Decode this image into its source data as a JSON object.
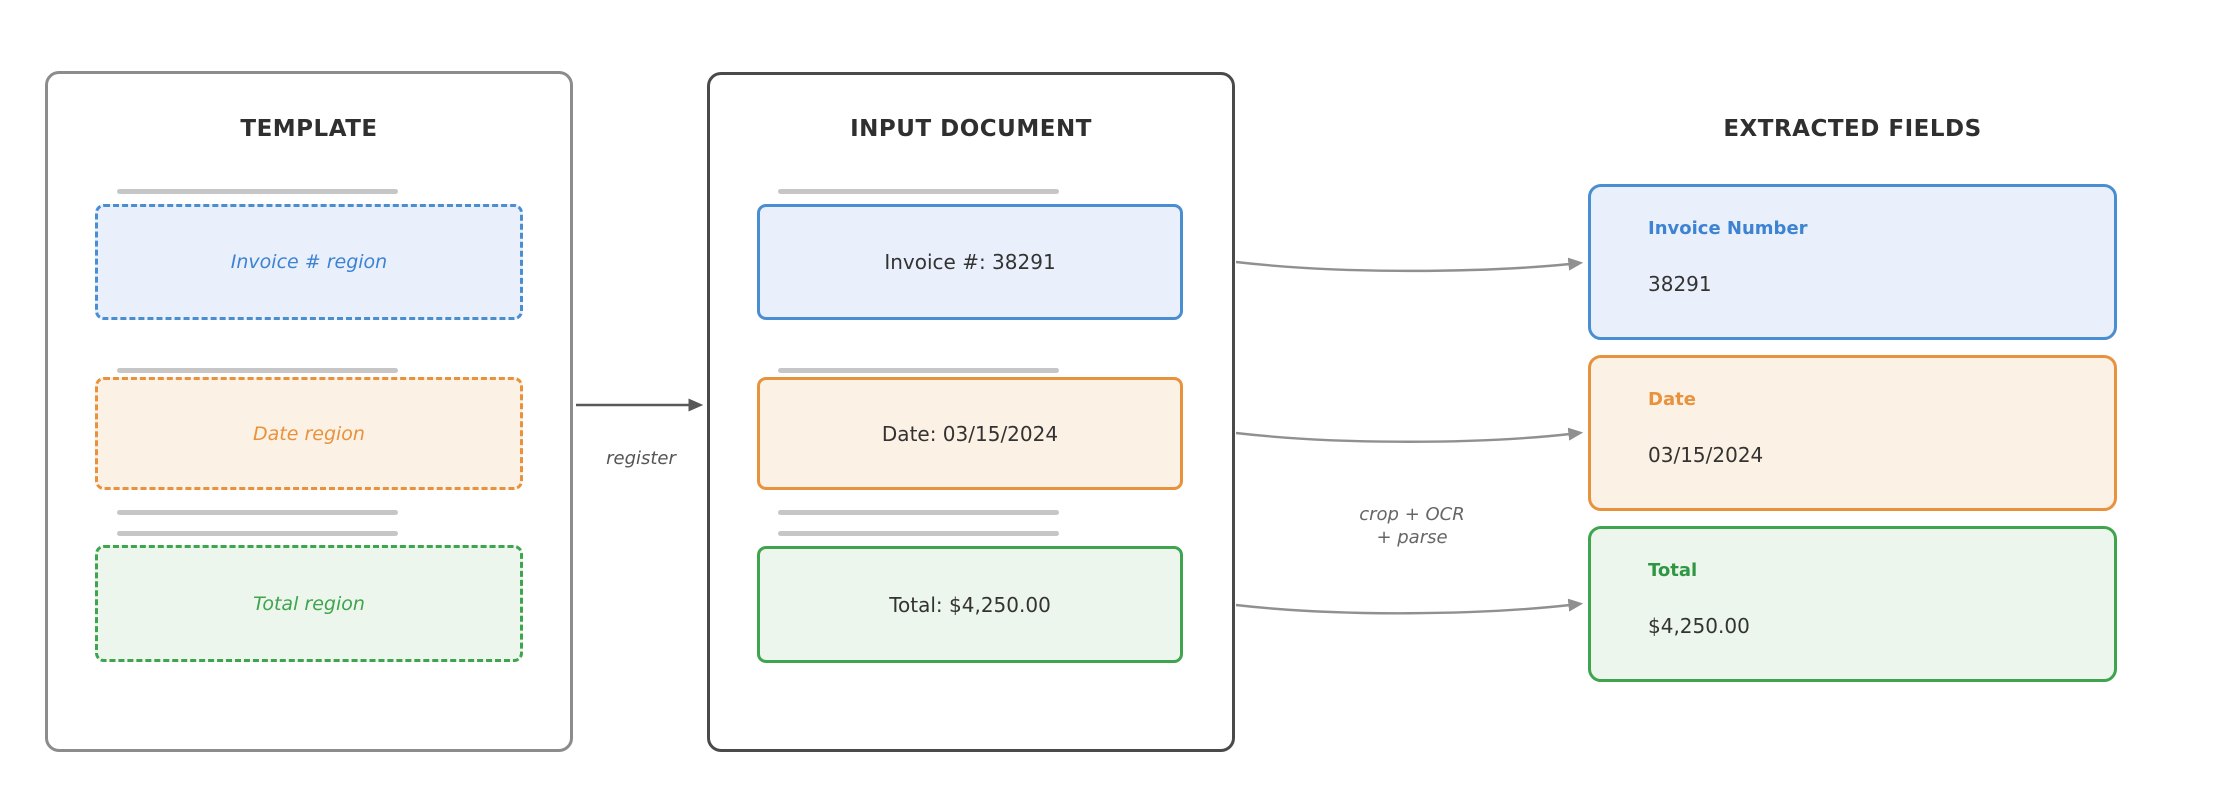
{
  "colors": {
    "blue": "#4a8ed2",
    "blue_fill": "#eaf0fb",
    "blue_text": "#3d83d2",
    "orange": "#e8923e",
    "orange_fill": "#fbf1e4",
    "green": "#3fa44e",
    "green_fill": "#ecf6ec",
    "template_panel_border": "#8c8c8c",
    "input_panel_border": "#4a4a4a",
    "placeholder_line": "#c6c6c6",
    "arrow": "#909090",
    "register_arrow": "#585858",
    "text": "#333333"
  },
  "template_panel": {
    "title": "TEMPLATE",
    "regions": [
      {
        "label": "Invoice # region",
        "color": "blue"
      },
      {
        "label": "Date region",
        "color": "orange"
      },
      {
        "label": "Total region",
        "color": "green"
      }
    ]
  },
  "input_panel": {
    "title": "INPUT DOCUMENT",
    "fields": [
      {
        "text": "Invoice #: 38291",
        "color": "blue"
      },
      {
        "text": "Date: 03/15/2024",
        "color": "orange"
      },
      {
        "text": "Total: $4,250.00",
        "color": "green"
      }
    ]
  },
  "extracted_panel": {
    "title": "EXTRACTED FIELDS",
    "cards": [
      {
        "label": "Invoice Number",
        "value": "38291",
        "color": "blue"
      },
      {
        "label": "Date",
        "value": "03/15/2024",
        "color": "orange"
      },
      {
        "label": "Total",
        "value": "$4,250.00",
        "color": "green"
      }
    ]
  },
  "flow": {
    "register_label": "register",
    "process_label_line1": "crop + OCR",
    "process_label_line2": "+ parse"
  }
}
